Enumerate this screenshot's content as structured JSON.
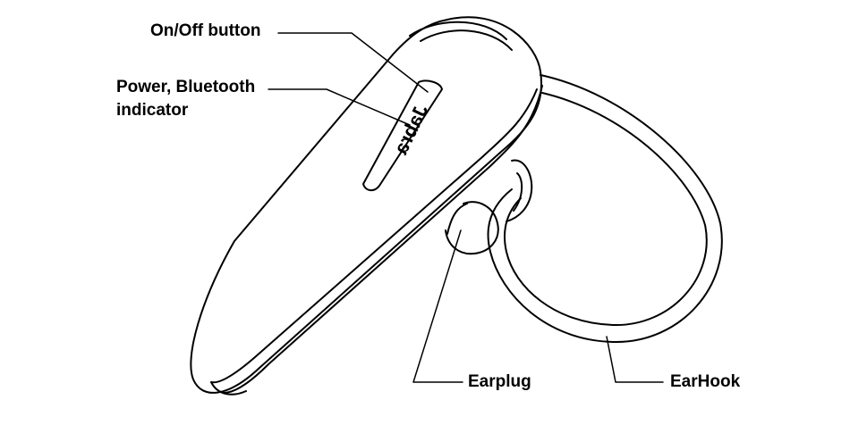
{
  "labels": {
    "on_off": "On/Off button",
    "power_line1": "Power, Bluetooth",
    "power_line2": "indicator",
    "earplug": "Earplug",
    "earhook": "EarHook"
  },
  "device": {
    "brand": "Jabra"
  },
  "colors": {
    "line": "#000000",
    "background": "#ffffff"
  }
}
